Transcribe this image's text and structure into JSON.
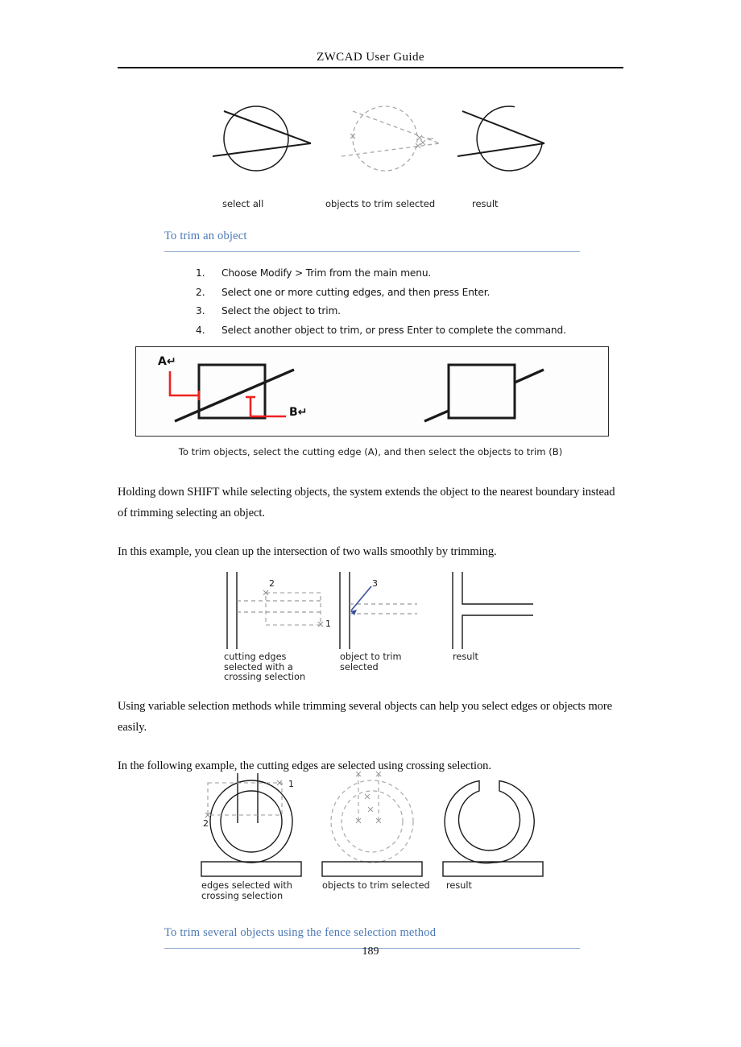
{
  "header": {
    "title": "ZWCAD User Guide"
  },
  "figure_circle_trim": {
    "panels": [
      {
        "caption": "select all"
      },
      {
        "caption": "objects to trim selected"
      },
      {
        "caption": "result"
      }
    ]
  },
  "section_trim_object": {
    "heading": "To trim an object",
    "steps": [
      {
        "number": "1.",
        "text": "Choose Modify > Trim from the main menu."
      },
      {
        "number": "2.",
        "text": "Select one or more cutting edges, and then press Enter."
      },
      {
        "number": "3.",
        "text": "Select the object to trim."
      },
      {
        "number": "4.",
        "text": "Select another object to trim, or press Enter to complete the command."
      }
    ]
  },
  "figure_ab": {
    "label_a": "A↵",
    "label_b": "B↵",
    "caption": "To trim objects, select the cutting edge (A), and then select the objects to trim (B)"
  },
  "paragraphs": {
    "shift_note": "Holding down SHIFT while selecting objects, the system extends the object to the nearest boundary instead of trimming selecting an object.",
    "walls_intro": "In this example, you clean up the intersection of two walls smoothly by trimming.",
    "variable_methods": "Using variable selection methods while trimming several objects can help you select edges or objects more easily.",
    "crossing_intro": "In the following example, the cutting edges are selected using crossing selection."
  },
  "figure_walls": {
    "markers": [
      "1",
      "2",
      "3"
    ],
    "panels": [
      {
        "caption_lines": [
          "cutting edges",
          "selected with a",
          "crossing selection"
        ]
      },
      {
        "caption_lines": [
          "object to trim",
          "selected"
        ]
      },
      {
        "caption_lines": [
          "result"
        ]
      }
    ]
  },
  "figure_annulus": {
    "markers": [
      "1",
      "2"
    ],
    "panels": [
      {
        "caption_lines": [
          "edges selected with",
          "crossing selection"
        ]
      },
      {
        "caption_lines": [
          "objects to trim selected"
        ]
      },
      {
        "caption_lines": [
          "result"
        ]
      }
    ]
  },
  "section_fence": {
    "heading": "To trim several objects using the fence selection method"
  },
  "footer": {
    "page_number": "189"
  },
  "colors": {
    "heading_blue": "#4a77b4",
    "rule_blue": "#8fadd2",
    "annotation_red": "#ee2222",
    "ink": "#111111",
    "dashed_grey": "#a9a9a9",
    "arrow_blue": "#3a4fa0"
  }
}
